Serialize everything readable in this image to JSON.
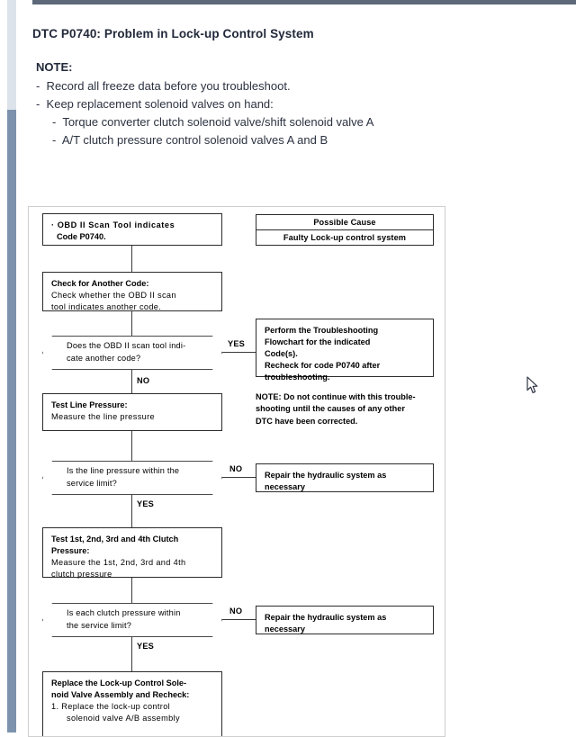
{
  "window": {
    "top_bar_color": "#5d6878",
    "scrollbar_track_color": "#7d93ad",
    "scrollbar_thumb_color": "#dde3ea"
  },
  "document": {
    "title": "DTC P0740: Problem in Lock-up Control System",
    "note_label": "NOTE:",
    "notes": [
      "-  Record all freeze data before you troubleshoot.",
      "-  Keep replacement solenoid valves on hand:"
    ],
    "sub_notes": [
      "-  Torque converter clutch solenoid valve/shift solenoid valve A",
      "-  A/T clutch pressure control solenoid valves A and B"
    ]
  },
  "flowchart": {
    "start_box": {
      "line1": "· OBD II Scan Tool indicates",
      "line2": "Code P0740."
    },
    "check_code_box": {
      "heading": "Check for Another Code:",
      "line1": "Check whether the OBD II scan",
      "line2": "tool indicates another code."
    },
    "decision_another_code": {
      "line1": "Does the OBD II scan tool indi-",
      "line2": "cate another code?",
      "yes_label": "YES",
      "no_label": "NO"
    },
    "troubleshooting_box": {
      "line1": "Perform the Troubleshooting",
      "line2": "Flowchart for the indicated",
      "line3": "Code(s).",
      "line4": "Recheck for code P0740 after",
      "line5": "troubleshooting."
    },
    "side_note": {
      "line1": "NOTE:  Do not continue with this trouble-",
      "line2": "shooting until the causes of any other",
      "line3": "DTC have been corrected."
    },
    "test_line_pressure_box": {
      "heading": "Test Line Pressure:",
      "line1": "Measure the line pressure"
    },
    "decision_line_pressure": {
      "line1": "Is the line pressure within the",
      "line2": "service limit?",
      "no_label": "NO",
      "yes_label": "YES"
    },
    "repair_box_1": {
      "line1": "Repair the hydraulic system as",
      "line2": "necessary"
    },
    "test_clutch_box": {
      "heading1": "Test 1st, 2nd, 3rd and 4th Clutch",
      "heading2": "Pressure:",
      "line1": "Measure the 1st, 2nd, 3rd and 4th",
      "line2": "clutch pressure"
    },
    "decision_clutch_pressure": {
      "line1": "Is each clutch pressure within",
      "line2": "the service limit?",
      "no_label": "NO",
      "yes_label": "YES"
    },
    "repair_box_2": {
      "line1": "Repair the hydraulic system as",
      "line2": "necessary"
    },
    "replace_box": {
      "heading1": "Replace the Lock-up Control Sole-",
      "heading2": "noid Valve Assembly and Recheck:",
      "line1": "1.  Replace the lock-up control",
      "line2": "solenoid valve A/B assembly"
    },
    "possible_cause_table": {
      "header": "Possible Cause",
      "row1": "Faulty Lock-up control system"
    }
  }
}
